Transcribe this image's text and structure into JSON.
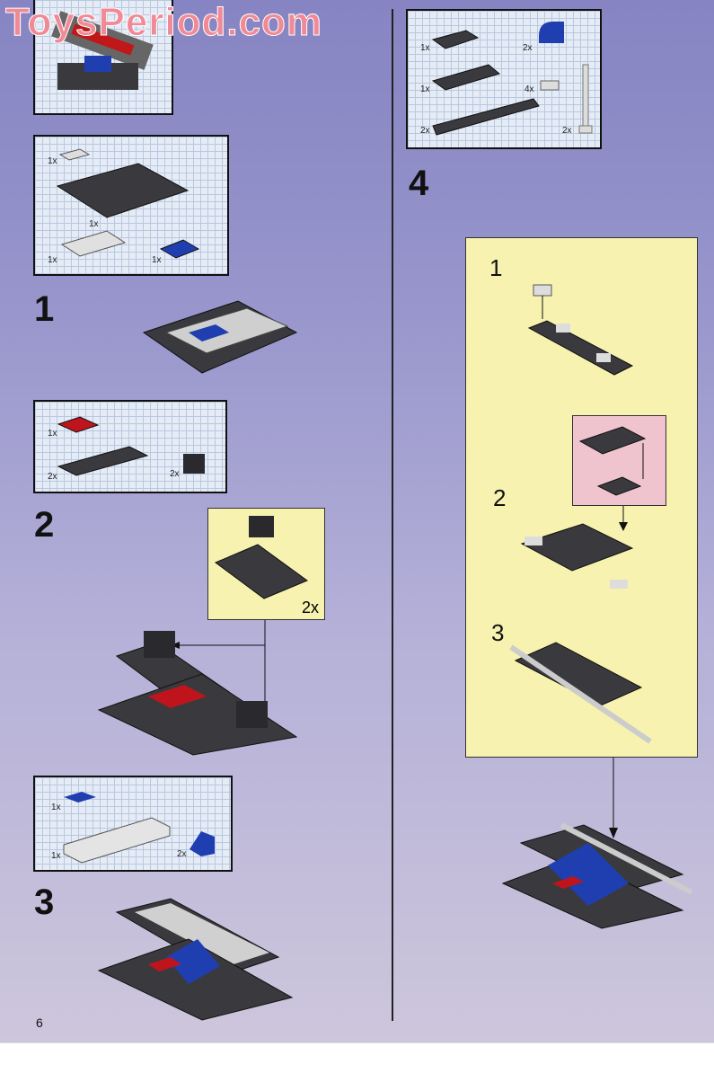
{
  "watermark": "ToysPeriod.com",
  "page_number": "6",
  "steps": [
    {
      "number": "1",
      "parts": [
        {
          "qty": "1x"
        },
        {
          "qty": "1x"
        },
        {
          "qty": "1x"
        },
        {
          "qty": "1x"
        }
      ]
    },
    {
      "number": "2",
      "parts": [
        {
          "qty": "1x"
        },
        {
          "qty": "2x"
        },
        {
          "qty": "2x"
        }
      ],
      "subassembly_qty": "2x"
    },
    {
      "number": "3",
      "parts": [
        {
          "qty": "1x"
        },
        {
          "qty": "1x"
        },
        {
          "qty": "2x"
        }
      ]
    },
    {
      "number": "4",
      "parts": [
        {
          "qty": "1x"
        },
        {
          "qty": "1x"
        },
        {
          "qty": "2x"
        },
        {
          "qty": "2x"
        },
        {
          "qty": "4x"
        },
        {
          "qty": "2x"
        }
      ],
      "substeps": [
        "1",
        "2",
        "3"
      ]
    }
  ],
  "colors": {
    "background": "#8684c2",
    "parts_box": "#e6ecf6",
    "callout": "#f7f2b0",
    "pink_callout": "#f0c4cf",
    "brick_dark": "#3a3a3e",
    "brick_blue": "#1f3fb0",
    "brick_red": "#c0141c"
  }
}
